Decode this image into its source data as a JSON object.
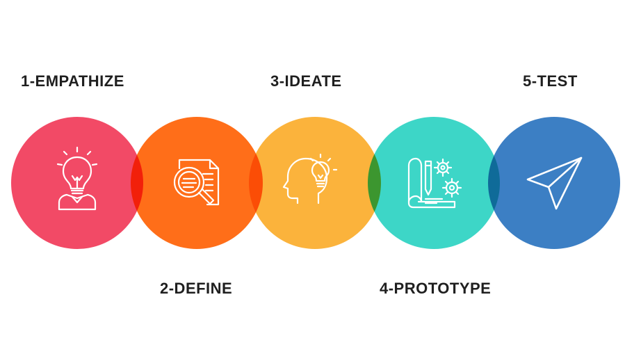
{
  "stages": [
    {
      "label": "1-EMPATHIZE",
      "icon": "lightbulb-person-icon",
      "color": "#F24A66"
    },
    {
      "label": "2-DEFINE",
      "icon": "document-magnifier-icon",
      "color": "#FF6E19"
    },
    {
      "label": "3-IDEATE",
      "icon": "head-lightbulb-icon",
      "color": "#FBB33C"
    },
    {
      "label": "4-PROTOTYPE",
      "icon": "blueprint-gears-icon",
      "color": "#3DD6C7"
    },
    {
      "label": "5-TEST",
      "icon": "paper-plane-icon",
      "color": "#3C7FC4"
    }
  ]
}
